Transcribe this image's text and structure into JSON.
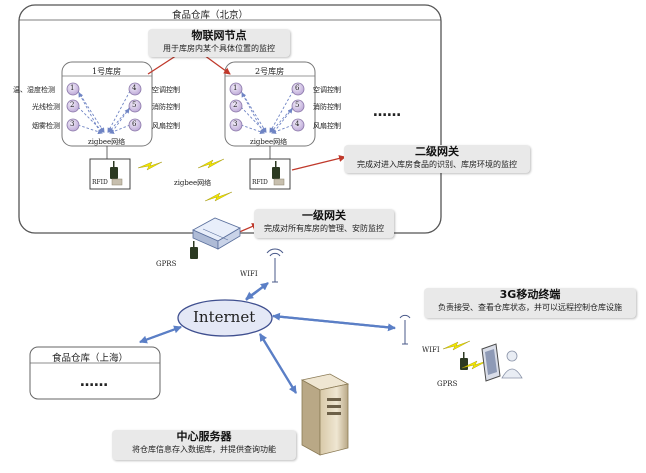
{
  "warehouse_beijing": {
    "title": "食品仓库（北京）"
  },
  "iot_node": {
    "title": "物联网节点",
    "subtitle": "用于库房内某个具体位置的监控"
  },
  "storeroom1": {
    "title": "1号库房",
    "left_labels": [
      "温、湿度检测",
      "光线检测",
      "烟雾检测"
    ],
    "right_labels": [
      "空调控制",
      "消防控制",
      "风扇控制"
    ],
    "nodes": [
      "1",
      "2",
      "3",
      "4",
      "5",
      "6"
    ],
    "network": "zigbee网络",
    "rfid": "RFID"
  },
  "storeroom2": {
    "title": "2号库房",
    "right_labels": [
      "空调控制",
      "消防控制",
      "风扇控制"
    ],
    "nodes": [
      "1",
      "2",
      "3",
      "6",
      "5",
      "4"
    ],
    "network": "zigbee网络",
    "rfid": "RFID"
  },
  "ellipsis_beijing": "……",
  "zigbee_between": "zigbee网络",
  "second_gateway": {
    "title": "二级网关",
    "subtitle": "完成对进入库房食品的识别、库房环境的监控"
  },
  "first_gateway": {
    "title": "一级网关",
    "subtitle": "完成对所有库房的管理、安防监控"
  },
  "gprs_left": "GPRS",
  "wifi_left": "WIFI",
  "internet": "Internet",
  "terminal": {
    "title": "3G移动终端",
    "subtitle": "负责接受、查看仓库状态，并可以远程控制仓库设施"
  },
  "wifi_right": "WIFI",
  "gprs_right": "GPRS",
  "warehouse_shanghai": {
    "title": "食品仓库（上海）",
    "ellipsis": "……"
  },
  "server": {
    "title": "中心服务器",
    "subtitle": "将仓库信息存入数据库，并提供查询功能"
  },
  "colors": {
    "arrow_red": "#c0392b",
    "arrow_blue": "#5b7fc6",
    "node_fill": "#d9cce6",
    "bolt": "#f2e600",
    "internet_fill": "#e4e8f6"
  }
}
